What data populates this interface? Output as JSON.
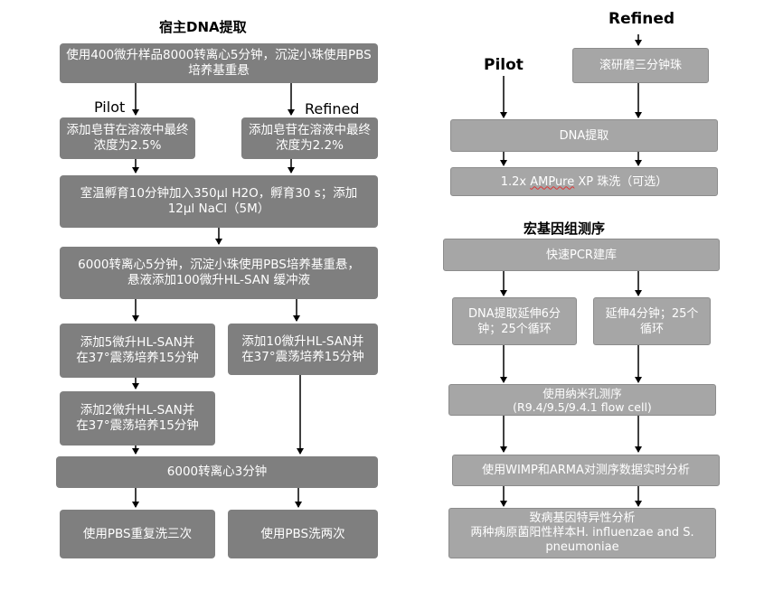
{
  "left": {
    "title": "宿主DNA提取",
    "pilot_label": "Pilot",
    "refined_label": "Refined",
    "steps": {
      "step1": "使用400微升样品8000转离心5分钟，沉淀小珠使用PBS培养基重悬",
      "pilot_saponin": "添加皂苷在溶液中最终浓度为2.5%",
      "refined_saponin": "添加皂苷在溶液中最终浓度为2.2%",
      "incubate": "室温孵育10分钟加入350μl H2O，孵育30 s；添加12μl NaCl（5M）",
      "centrifuge6000": "6000转离心5分钟，沉淀小珠使用PBS培养基重悬，悬液添加100微升HL-SAN 缓冲液",
      "pilot_hlsan5": "添加5微升HL-SAN并在37°震荡培养15分钟",
      "refined_hlsan10": "添加10微升HL-SAN并在37°震荡培养15分钟",
      "pilot_hlsan2": "添加2微升HL-SAN并在37°震荡培养15分钟",
      "centrifuge3min": "6000转离心3分钟",
      "pilot_wash": "使用PBS重复洗三次",
      "refined_wash": "使用PBS洗两次"
    }
  },
  "right": {
    "refined_label": "Refined",
    "pilot_label": "Pilot",
    "bead_beating": "滚研磨三分钟珠",
    "dna_extraction": "DNA提取",
    "ampure_pre": "1.2x ",
    "ampure_brand": "AMPure",
    "ampure_post": " XP 珠洗（可选）",
    "section_title": "宏基因组测序",
    "pcr_library": "快速PCR建库",
    "pilot_extension": "DNA提取延伸6分钟；25个循环",
    "refined_extension": "延伸4分钟；25个循环",
    "nanopore_line1": "使用纳米孔测序",
    "nanopore_line2": "(R9.4/9.5/9.4.1 flow cell)",
    "realtime_analysis": "使用WIMP和ARMA对测序数据实时分析",
    "result_line1": "致病基因特异性分析",
    "result_line2": "两种病原菌阳性样本H. influenzae and S. pneumoniae"
  },
  "colors": {
    "left_box": "#7f7f7f",
    "right_box": "#a6a6a6",
    "text_on_box": "#ffffff",
    "arrow": "#000000"
  }
}
